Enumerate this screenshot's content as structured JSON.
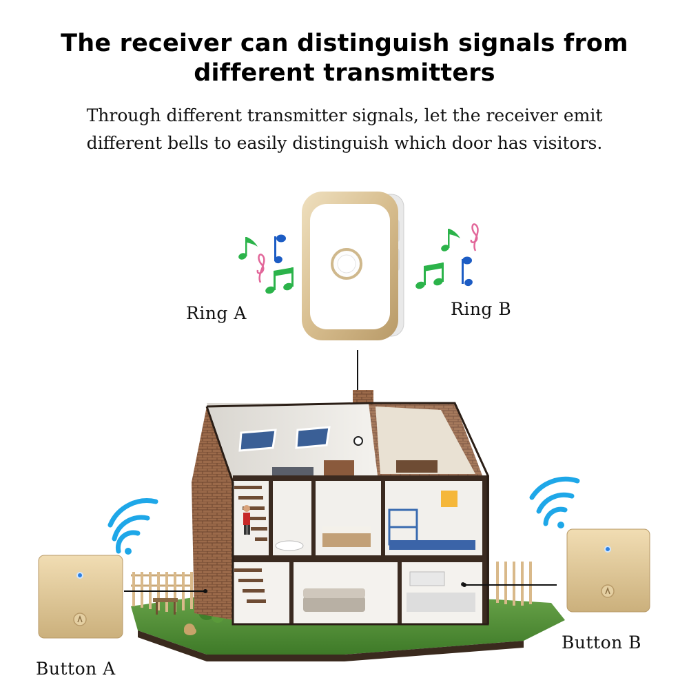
{
  "header": {
    "title_line1": "The receiver can distinguish signals from",
    "title_line2": "different transmitters",
    "subtitle_line1": "Through different transmitter signals, let the receiver emit",
    "subtitle_line2": "different bells to easily distinguish which door has visitors."
  },
  "labels": {
    "ring_a": "Ring  A",
    "ring_b": "Ring  B",
    "button_a": "Button  A",
    "button_b": "Button  B"
  },
  "colors": {
    "gold": "#d7bd8e",
    "gold_dark": "#b89a68",
    "wifi_blue": "#1ea7e8",
    "note_green": "#2bb34a",
    "note_blue": "#1c5cc4",
    "note_pink": "#e2679a",
    "grass": "#4d8a32",
    "brick": "#8a5a3c"
  },
  "icons": [
    "music-note-icon",
    "wifi-signal-icon",
    "led-indicator-icon",
    "bell-icon"
  ]
}
